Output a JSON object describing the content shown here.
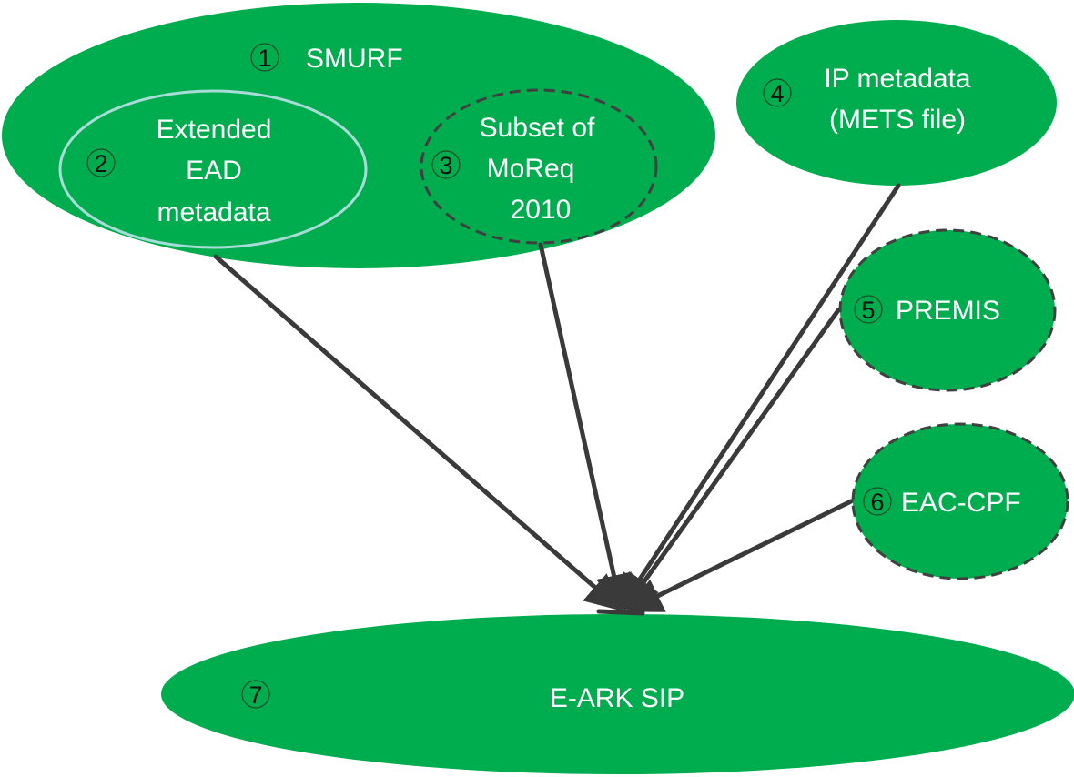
{
  "colors": {
    "node_fill": "#00ad4e",
    "connector": "#3a3a3a",
    "dashed_border": "#404040",
    "highlight_border": "#a8dcd8"
  },
  "nodes": {
    "smurf": {
      "number": "1",
      "label": "SMURF"
    },
    "ead": {
      "number": "2",
      "lines": [
        "Extended",
        "EAD",
        "metadata"
      ]
    },
    "moreq": {
      "number": "3",
      "lines": [
        "Subset of",
        "MoReq",
        "2010"
      ]
    },
    "ip_metadata": {
      "number": "4",
      "lines": [
        "IP metadata",
        "(METS file)"
      ]
    },
    "premis": {
      "number": "5",
      "label": "PREMIS"
    },
    "eac_cpf": {
      "number": "6",
      "label": "EAC-CPF"
    },
    "eark_sip": {
      "number": "7",
      "label": "E-ARK SIP"
    }
  }
}
